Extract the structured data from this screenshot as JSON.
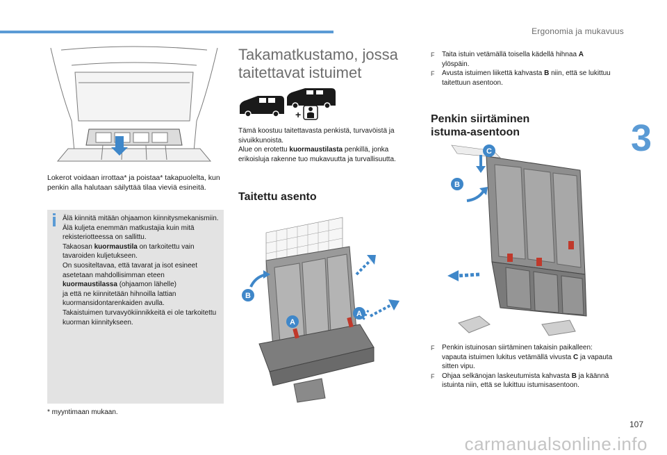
{
  "header": {
    "section_title": "Ergonomia ja mukavuus",
    "chapter_number": "3"
  },
  "footer": {
    "page_number": "107",
    "watermark": "carmanualsonline.info"
  },
  "left": {
    "caption": "Lokerot voidaan irrottaa* ja poistaa* takapuolelta, kun penkin alla halutaan säilyttää tilaa vieviä esineitä.",
    "info_lines": {
      "l1": "Älä kiinnitä mitään ohjaamon kiinnitysmekanismiin.",
      "l2": "Älä kuljeta enemmän matkustajia kuin mitä rekisteriotteessa on sallittu.",
      "l3a": "Takaosan ",
      "l3b": "kuormaustila",
      "l3c": " on tarkoitettu vain tavaroiden kuljetukseen.",
      "l4": "On suositeltavaa, että tavarat ja isot esineet asetetaan mahdollisimman eteen",
      "l5a": "kuormaustilassa",
      "l5b": " (ohjaamon lähelle)",
      "l6": "ja että ne kiinnitetään hihnoilla lattian kuormansidontarenkaiden avulla.",
      "l7": "Takaistuimen turvavyökiinnikkeitä ei ole tarkoitettu kuorman kiinnitykseen."
    },
    "footnote": "*    myyntimaan mukaan."
  },
  "middle": {
    "heading_line1": "Takamatkustamo, jossa",
    "heading_line2": "taitettavat istuimet",
    "plus_sign": "+",
    "intro_1": "Tämä koostuu taitettavasta penkistä, turvavöistä ja sivuikkunoista.",
    "intro_2a": "Alue on erotettu ",
    "intro_2b": "kuormaustilasta",
    "intro_2c": " penkillä, jonka erikoisluja rakenne tuo mukavuutta ja turvallisuutta.",
    "subheading": "Taitettu asento",
    "callouts": [
      "B",
      "A",
      "A"
    ]
  },
  "right": {
    "bullets_top": [
      {
        "a": "Taita istuin vetämällä toisella kädellä hihnaa ",
        "b": "A",
        "c": " ylöspäin."
      },
      {
        "a": "Avusta istuimen liikettä kahvasta ",
        "b": "B",
        "c": " niin, että se lukittuu taitettuun asentoon."
      }
    ],
    "heading_line1": "Penkin siirtäminen",
    "heading_line2": "istuma-asentoon",
    "callouts": [
      "C",
      "B"
    ],
    "bullets_bottom": [
      {
        "a": "Penkin istuinosan siirtäminen takaisin paikalleen: vapauta istuimen lukitus vetämällä vivusta ",
        "b": "C",
        "c": " ja vapauta sitten vipu."
      },
      {
        "a": "Ohjaa selkänojan laskeutumista kahvasta ",
        "b": "B",
        "c": " ja käännä istuinta niin, että se lukittuu istumisasentoon."
      }
    ],
    "bullet_symbol": "F"
  },
  "colors": {
    "accent": "#5b9bd5",
    "info_bg": "#e3e3e3",
    "callout": "#3f87c9",
    "seat": "#8c8c8c",
    "strap": "#c0392b"
  }
}
